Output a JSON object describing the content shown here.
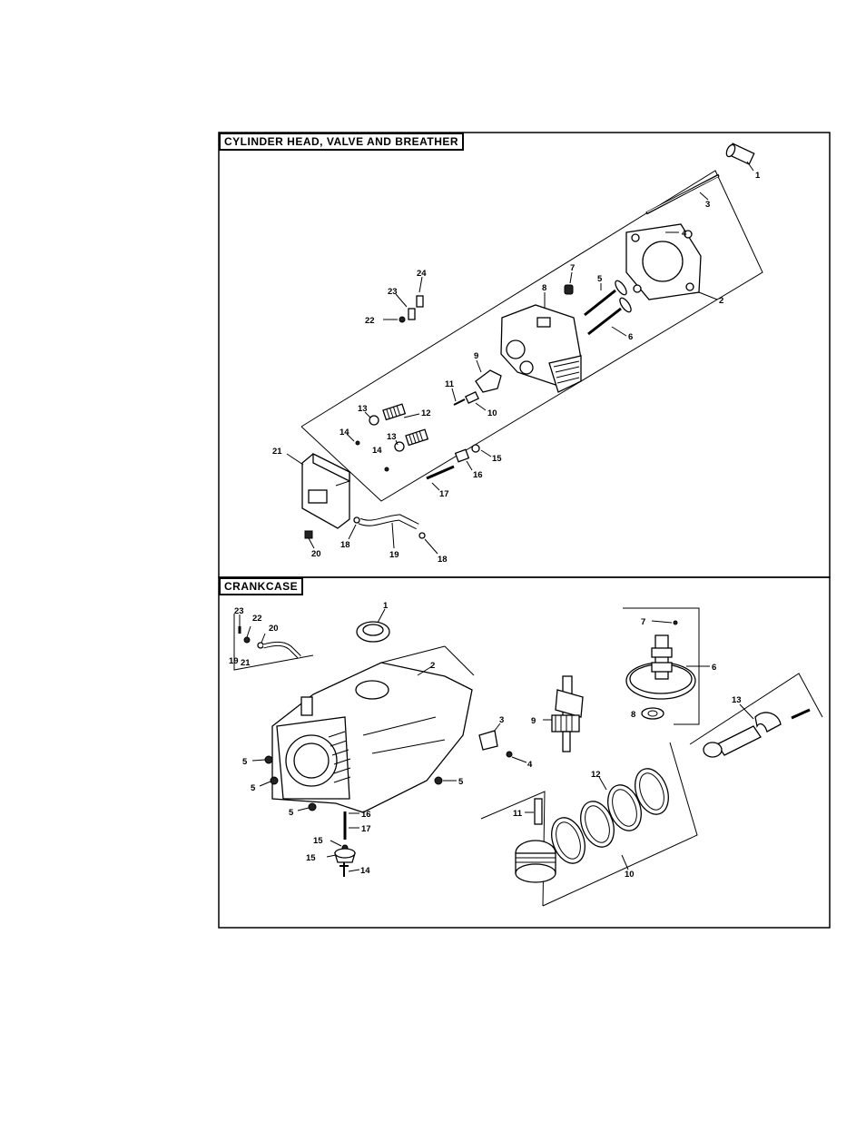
{
  "sections": {
    "cylinder_head": {
      "title": "CYLINDER HEAD, VALVE AND BREATHER"
    },
    "crankcase": {
      "title": "CRANKCASE"
    }
  },
  "callouts": {
    "head": {
      "c1": "1",
      "c2": "2",
      "c3": "3",
      "c4": "4",
      "c5": "5",
      "c6": "6",
      "c7": "7",
      "c8": "8",
      "c9": "9",
      "c10": "10",
      "c11": "11",
      "c12": "12",
      "c13a": "13",
      "c13b": "13",
      "c14a": "14",
      "c14b": "14",
      "c15": "15",
      "c16": "16",
      "c17": "17",
      "c18a": "18",
      "c18b": "18",
      "c19": "19",
      "c20": "20",
      "c21": "21",
      "c22": "22",
      "c23": "23",
      "c24": "24"
    },
    "crank": {
      "c1": "1",
      "c2": "2",
      "c3": "3",
      "c4": "4",
      "c5a": "5",
      "c5b": "5",
      "c5c": "5",
      "c5d": "5",
      "c6": "6",
      "c7": "7",
      "c8": "8",
      "c9": "9",
      "c10": "10",
      "c11": "11",
      "c12": "12",
      "c13": "13",
      "c14": "14",
      "c15a": "15",
      "c15b": "15",
      "c16": "16",
      "c17": "17",
      "c19": "19",
      "c20": "20",
      "c21": "21",
      "c22": "22",
      "c23": "23"
    }
  }
}
